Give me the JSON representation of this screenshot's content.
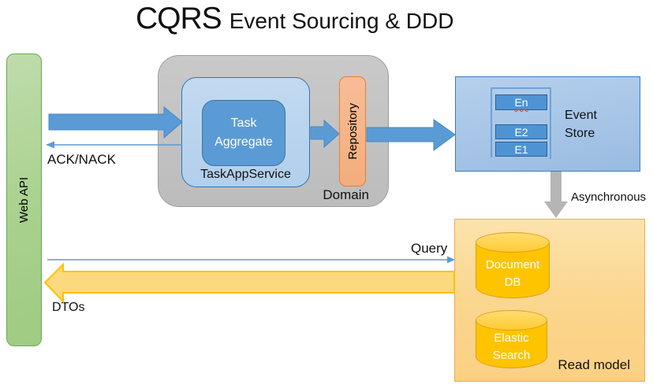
{
  "title": {
    "main": "CQRS",
    "subtitle": "Event Sourcing & DDD"
  },
  "nodes": {
    "web_api": {
      "label": "Web API"
    },
    "domain": {
      "label": "Domain"
    },
    "task_app_service": {
      "label": "TaskAppService"
    },
    "task_aggregate": {
      "label": "Task Aggregate"
    },
    "repository": {
      "label": "Repository"
    },
    "event_store": {
      "label": "Event Store",
      "events": [
        "En",
        "E2",
        "E1"
      ]
    },
    "read_model": {
      "label": "Read model",
      "document_db": "Document DB",
      "elastic_search": "Elastic Search"
    }
  },
  "arrow_labels": {
    "ack_nack": "ACK/NACK",
    "query": "Query",
    "dtos": "DTOs",
    "asynchronous": "Asynchronous"
  },
  "colors": {
    "accent_blue": "#5b9bd5",
    "dark_blue_border": "#2e75b6",
    "light_blue_fill": "#b2cfec",
    "green_fill": "#a9d18e",
    "green_border": "#6aaa4a",
    "gray_fill": "#c0c0c0",
    "orange_fill": "#f4b183",
    "orange_border": "#ed7d31",
    "gold_fill": "#fec400",
    "read_model_fill": "#fbd68e",
    "yellow_arrow_fill": "#fbd97e",
    "yellow_arrow_border": "#ffc000",
    "gray_arrow": "#b5b5b5",
    "squiggle_red": "#e23b2e"
  }
}
